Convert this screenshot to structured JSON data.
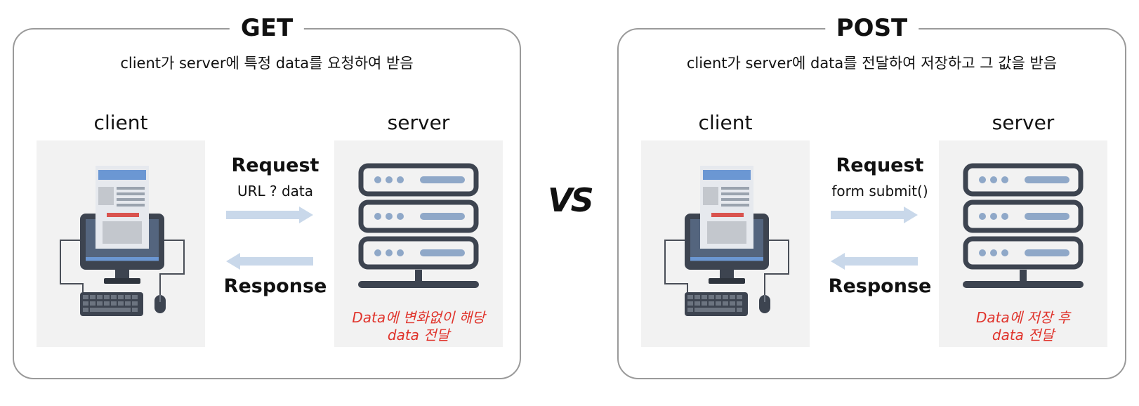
{
  "get": {
    "title": "GET",
    "description": "client가 server에 특정 data를 요청하여 받음",
    "client_label": "client",
    "server_label": "server",
    "request_label": "Request",
    "request_detail": "URL ? data",
    "response_label": "Response",
    "server_note_line1": "Data에 변화없이 해당",
    "server_note_line2": "data 전달"
  },
  "vs": "VS",
  "post": {
    "title": "POST",
    "description": "client가 server에 data를 전달하여 저장하고 그 값을 받음",
    "client_label": "client",
    "server_label": "server",
    "request_label": "Request",
    "request_detail": "form submit()",
    "response_label": "Response",
    "server_note_line1": "Data에 저장 후",
    "server_note_line2": "data 전달"
  },
  "colors": {
    "border": "#9a9a9a",
    "box_bg": "#f2f2f2",
    "arrow": "#c9d8ea",
    "server_dark": "#3d4450",
    "server_accent": "#8fa8c8",
    "note_red": "#e0332b",
    "doc_blue": "#6b97d3",
    "doc_red": "#d9534f"
  },
  "icons": [
    "client-computer-icon",
    "server-rack-icon",
    "request-arrow-icon",
    "response-arrow-icon"
  ]
}
